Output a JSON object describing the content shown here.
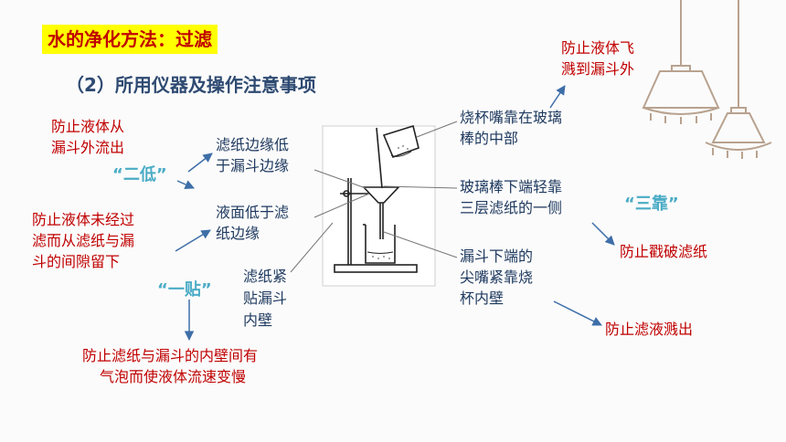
{
  "title": "水的净化方法：过滤",
  "subtitle": "（2）所用仪器及操作注意事项",
  "left": {
    "red1": [
      "防止液体从",
      "漏斗外流出"
    ],
    "red2": [
      "防止液体未经过",
      "滤而从滤纸与漏",
      "斗的间隙留下"
    ],
    "erdi": "“二低”",
    "yitie": "“一贴”",
    "red_bottom": [
      "防止滤纸与漏斗的内壁间有",
      "气泡而使液体流速变慢"
    ]
  },
  "middle": {
    "low1": [
      "滤纸边缘低",
      "于漏斗边缘"
    ],
    "low2": [
      "液面低于滤",
      "纸边缘"
    ],
    "tie": [
      "滤纸紧",
      "贴漏斗",
      "内壁"
    ]
  },
  "right": {
    "red_top": [
      "防止液体飞",
      "溅到漏斗外"
    ],
    "kao1": [
      "烧杯嘴靠在玻璃",
      "棒的中部"
    ],
    "kao2": [
      "玻璃棒下端轻靠",
      "三层滤纸的一侧"
    ],
    "sankao": "“三靠”",
    "red_mid": "防止戳破滤纸",
    "kao3": [
      "漏斗下端的",
      "尖嘴紧靠烧",
      "杯内壁"
    ],
    "red_bottom": "防止滤液溅出"
  }
}
